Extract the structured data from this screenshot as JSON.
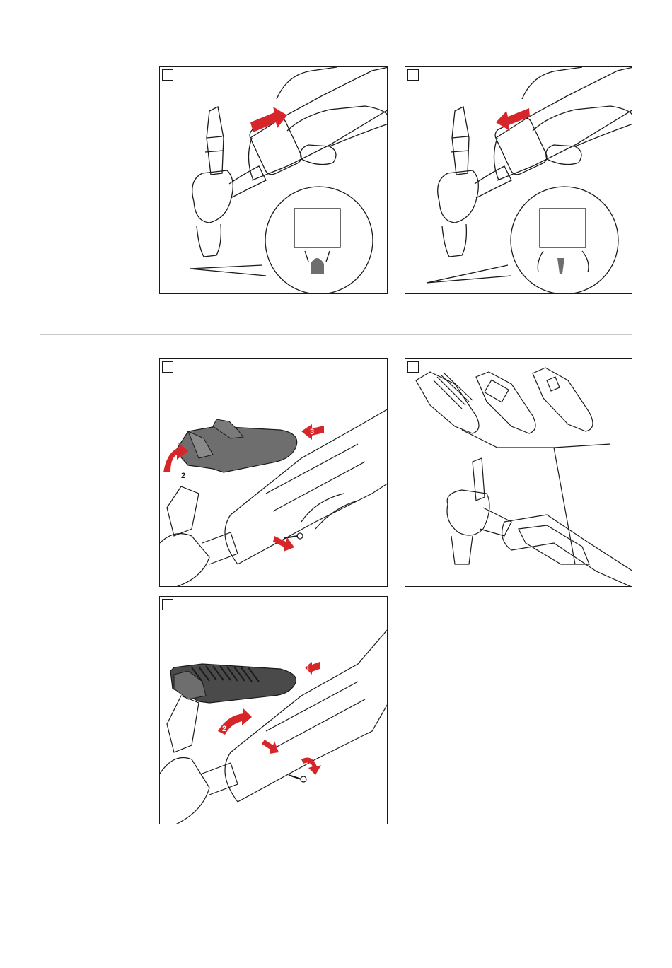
{
  "colors": {
    "accent": "#d7262a",
    "line": "#1a1a1a",
    "part_grey": "#6e6e6e",
    "divider": "#c9c9c9"
  },
  "panels": [
    {
      "id": "p1",
      "step": "",
      "arrow": "push-right-arrow"
    },
    {
      "id": "p2",
      "step": "",
      "arrow": "push-left-arrow"
    },
    {
      "id": "p3",
      "step": "",
      "arrow_labels": [
        "2",
        "3"
      ]
    },
    {
      "id": "p4",
      "step": ""
    },
    {
      "id": "p5",
      "step": "",
      "arrow_labels": [
        "1",
        "2"
      ]
    }
  ]
}
